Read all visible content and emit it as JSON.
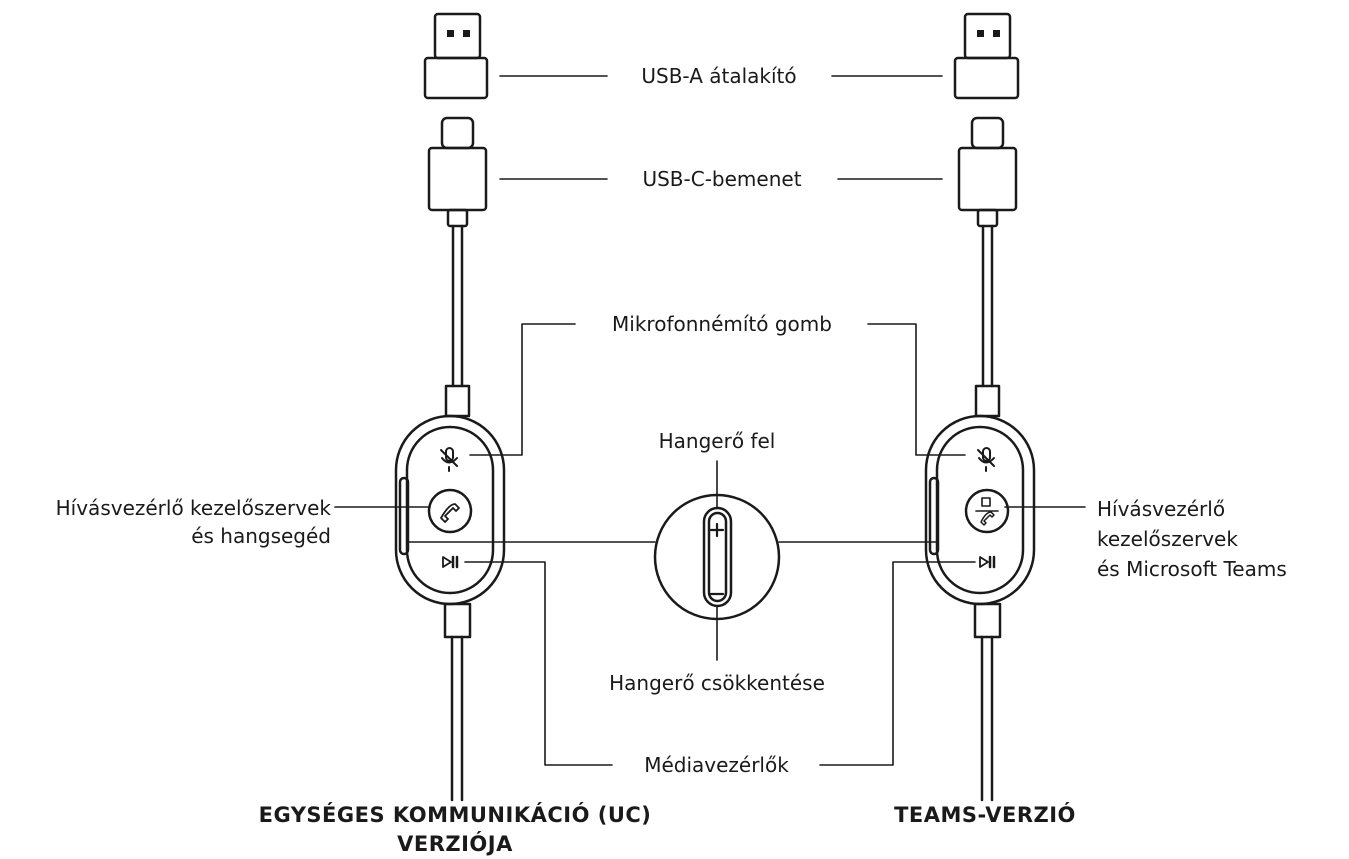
{
  "labels": {
    "usb_a_adapter": "USB-A átalakító",
    "usb_c_input": "USB-C-bemenet",
    "mic_mute_button": "Mikrofonnémító gomb",
    "volume_up": "Hangerő fel",
    "volume_down": "Hangerő csökkentése",
    "media_controls": "Médiavezérlők",
    "call_controls_uc": [
      "Hívásvezérlő kezelőszervek",
      "és hangsegéd"
    ],
    "call_controls_teams": [
      "Hívásvezérlő",
      "kezelőszervek",
      "és Microsoft Teams"
    ]
  },
  "captions": {
    "uc_version": [
      "EGYSÉGES KOMMUNIKÁCIÓ (UC)",
      "VERZIÓJA"
    ],
    "teams_version": "TEAMS-VERZIÓ"
  },
  "colors": {
    "line": "#1a1a1a",
    "background": "#ffffff"
  },
  "icons": [
    "usb-a-plug-icon",
    "usb-c-plug-icon",
    "mic-mute-icon",
    "phone-icon",
    "teams-logo-icon",
    "play-pause-icon",
    "volume-plus-icon",
    "volume-minus-icon"
  ]
}
